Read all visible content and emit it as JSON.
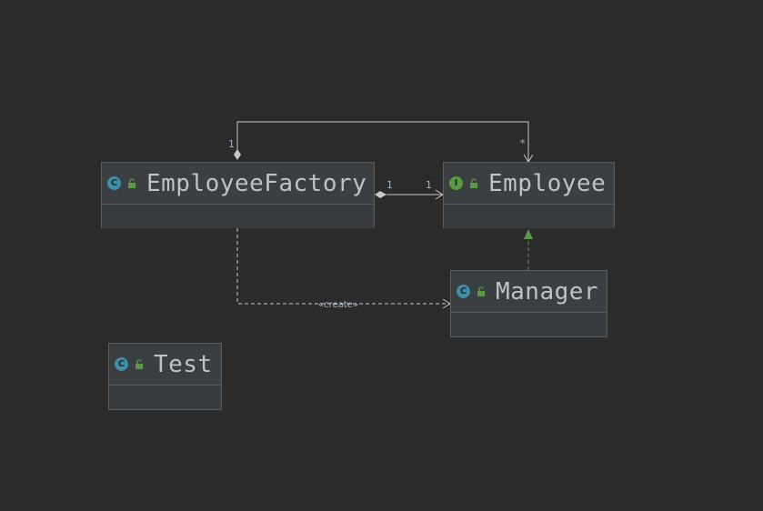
{
  "diagram": {
    "nodes": {
      "employee_factory": {
        "name": "EmployeeFactory",
        "kind": "C"
      },
      "employee": {
        "name": "Employee",
        "kind": "I"
      },
      "manager": {
        "name": "Manager",
        "kind": "C"
      },
      "test": {
        "name": "Test",
        "kind": "C"
      }
    },
    "edges": {
      "self_loop": {
        "source_mult": "1",
        "target_mult": "*"
      },
      "factory_to_employee": {
        "source_mult": "1",
        "target_mult": "1"
      },
      "create_dependency": {
        "label": "«create»"
      }
    }
  },
  "colors": {
    "background": "#2b2b2b",
    "node_fill": "#3c3f41",
    "node_border": "#5b5e61",
    "line": "#c8c8c8",
    "realization": "#5a9a44",
    "class_icon": "#3e8ea8",
    "interface_icon": "#5a9a44"
  }
}
